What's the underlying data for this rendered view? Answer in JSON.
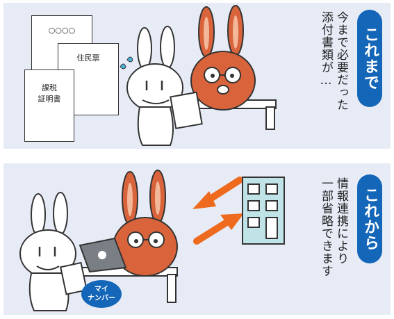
{
  "top": {
    "badge": "これまで",
    "caption_lines": [
      "今まで必要だった",
      "添付書類が…"
    ],
    "documents": {
      "back": "○○○○",
      "middle": "住民票",
      "front_lines": [
        "課税",
        "証明書"
      ]
    }
  },
  "bottom": {
    "badge": "これから",
    "caption_lines": [
      "情報連携により",
      "一部省略できます"
    ],
    "card_lines": [
      "マイ",
      "ナンバー"
    ]
  },
  "colors": {
    "panel_bg": "#e6ebf6",
    "badge_blue": "#1466b8",
    "rabbit_brown": "#d9643c",
    "arrow_orange": "#ee6a1e",
    "building_teal": "#bfe3e6"
  }
}
